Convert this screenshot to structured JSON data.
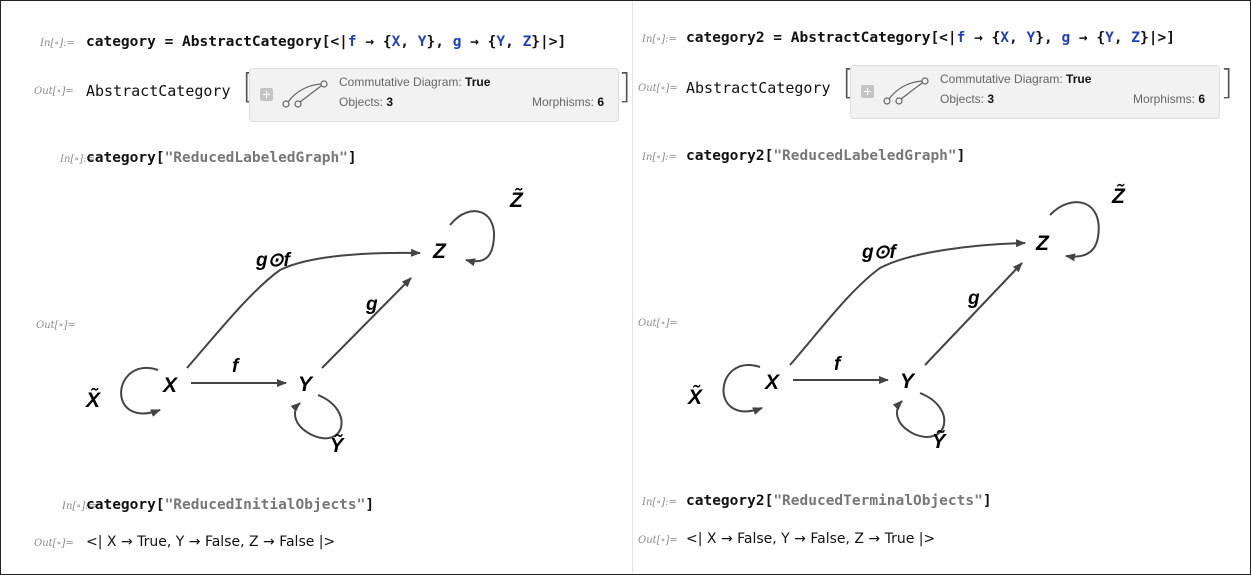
{
  "labels": {
    "in": "In[∘]:=",
    "out": "Out[∘]="
  },
  "left": {
    "cell1": {
      "var": "category",
      "eq": " = AbstractCategory[<|",
      "k1": "f",
      "a1": " → {",
      "s1": "X",
      "c1": ", ",
      "s2": "Y",
      "c2": "}, ",
      "k2": "g",
      "a2": " → {",
      "s3": "Y",
      "c3": ", ",
      "s4": "Z",
      "end": "}|>]"
    },
    "out1": {
      "head": "AbstractCategory",
      "diagram_label": "Commutative Diagram:",
      "diagram_value": "True",
      "objects_label": "Objects:",
      "objects_value": "3",
      "morphisms_label": "Morphisms:",
      "morphisms_value": "6"
    },
    "cell2": {
      "var": "category",
      "open": "[",
      "str": "\"ReducedLabeledGraph\"",
      "close": "]"
    },
    "cell3": {
      "var": "category",
      "open": "[",
      "str": "\"ReducedInitialObjects\"",
      "close": "]"
    },
    "result": "<| X → True, Y → False, Z → False |>"
  },
  "right": {
    "cell1": {
      "var": "category2",
      "eq": " = AbstractCategory[<|",
      "k1": "f",
      "a1": " → {",
      "s1": "X",
      "c1": ", ",
      "s2": "Y",
      "c2": "}, ",
      "k2": "g",
      "a2": " → {",
      "s3": "Y",
      "c3": ", ",
      "s4": "Z",
      "end": "}|>]"
    },
    "out1": {
      "head": "AbstractCategory",
      "diagram_label": "Commutative Diagram:",
      "diagram_value": "True",
      "objects_label": "Objects:",
      "objects_value": "3",
      "morphisms_label": "Morphisms:",
      "morphisms_value": "6"
    },
    "cell2": {
      "var": "category2",
      "open": "[",
      "str": "\"ReducedLabeledGraph\"",
      "close": "]"
    },
    "cell3": {
      "var": "category2",
      "open": "[",
      "str": "\"ReducedTerminalObjects\"",
      "close": "]"
    },
    "result": "<| X → False, Y → False, Z → True |>"
  },
  "graph": {
    "nodes": {
      "x": "X",
      "y": "Y",
      "z": "Z"
    },
    "identities": {
      "x": "X̃",
      "y": "Ỹ",
      "z": "Z̃"
    },
    "edges": {
      "f": "f",
      "g": "g",
      "gf": "g⊙f"
    }
  },
  "colors": {
    "symbol": "#1f3fbf",
    "string": "#777777",
    "arrow": "#444444",
    "label": "#8a8a8a"
  }
}
